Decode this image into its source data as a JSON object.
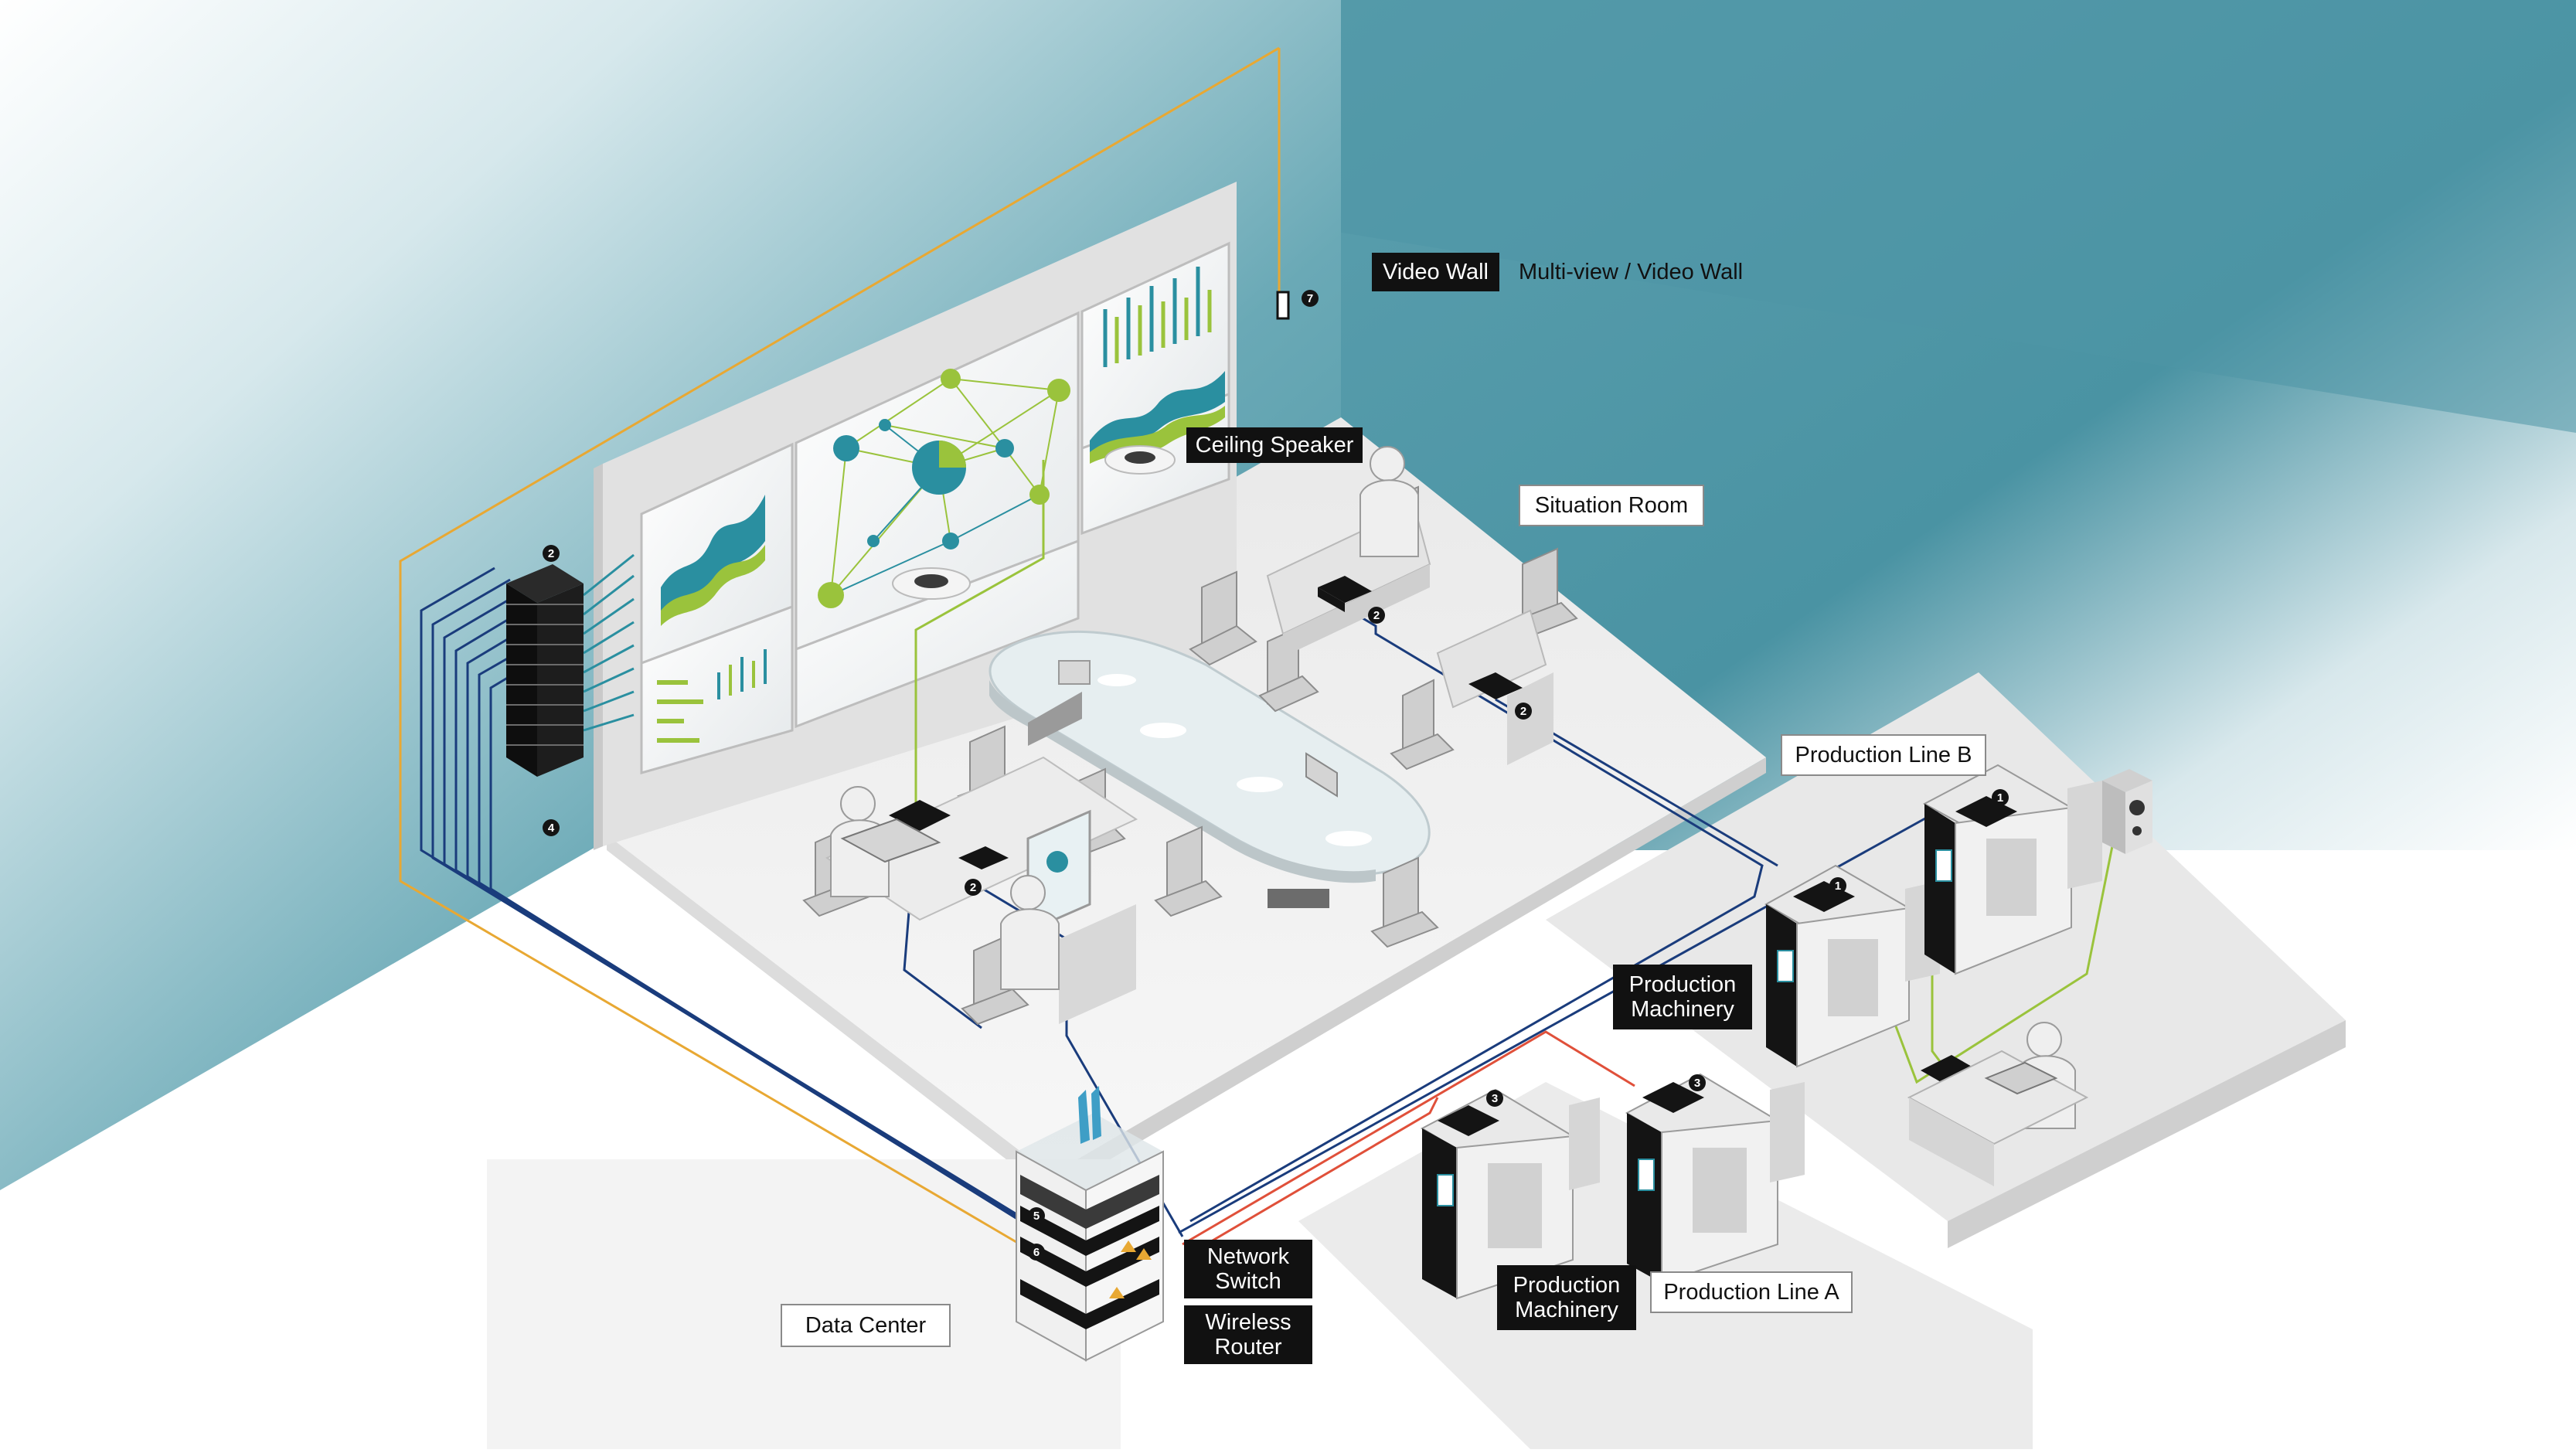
{
  "labels": {
    "video_wall": "Video Wall",
    "multiview": "Multi-view / Video Wall",
    "ceiling_speaker": "Ceiling Speaker",
    "situation_room": "Situation Room",
    "production_line_b": "Production Line B",
    "production_machinery_1": "Production\nMachinery",
    "production_machinery_2": "Production\nMachinery",
    "production_line_a": "Production Line A",
    "network_switch": "Network\nSwitch",
    "wireless_router": "Wireless\nRouter",
    "data_center": "Data Center"
  },
  "badges": {
    "b1": "1",
    "b2": "2",
    "b3": "3",
    "b4": "4",
    "b5": "5",
    "b6": "6",
    "b7": "7"
  },
  "colors": {
    "wall_teal": "#4a93a3",
    "floor": "#eeeeee",
    "cable_blue": "#1a3c7c",
    "cable_orange": "#e8a833",
    "cable_red": "#e0503a",
    "cable_green": "#9ac33c",
    "cable_cyan": "#2a8fa0",
    "device_black": "#141414"
  }
}
